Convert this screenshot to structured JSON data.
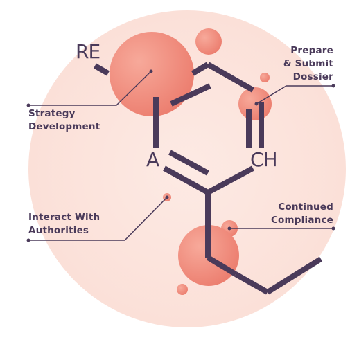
{
  "atoms": {
    "top_left": "RE",
    "left": "A",
    "right": "CH"
  },
  "steps": {
    "strategy": {
      "line1": "Strategy",
      "line2": "Development"
    },
    "dossier": {
      "line1": "Prepare",
      "line2": "& Submit",
      "line3": "Dossier"
    },
    "authorities": {
      "line1": "Interact With",
      "line2": "Authorities"
    },
    "compliance": {
      "line1": "Continued",
      "line2": "Compliance"
    }
  },
  "colors": {
    "background_circle": "#fbe3dc",
    "bubble": "#f08c7e",
    "bond": "#4a3a5a",
    "text": "#4a3a5a"
  }
}
